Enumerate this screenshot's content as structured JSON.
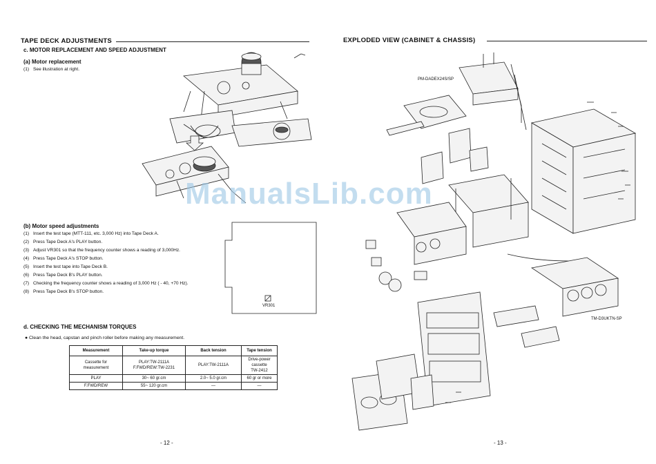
{
  "left": {
    "header": "TAPE DECK ADJUSTMENTS",
    "section_c": "c.  MOTOR REPLACEMENT AND SPEED ADJUSTMENT",
    "sub_a": "(a)  Motor replacement",
    "a_steps": [
      {
        "n": "(1)",
        "t": "See illustration at right."
      }
    ],
    "sub_b": "(b)  Motor speed adjustments",
    "b_steps": [
      {
        "n": "(1)",
        "t": "Insert the test tape  (MTT-111, etc. 3,000 Hz) into Tape Deck A."
      },
      {
        "n": "(2)",
        "t": "Press Tape Deck A's PLAY button."
      },
      {
        "n": "(3)",
        "t": "Adjust VR301 so that the frequency counter shows a reading of 3,000Hz."
      },
      {
        "n": "(4)",
        "t": "Press Tape Deck A's STOP button."
      },
      {
        "n": "(5)",
        "t": "Insert the test tape into Tape Deck B."
      },
      {
        "n": "(6)",
        "t": "Press Tape Deck B's PLAY button."
      },
      {
        "n": "(7)",
        "t": "Checking the frequency counter shows a reading of 3,000 Hz ( - 40, +70 Hz)."
      },
      {
        "n": "(8)",
        "t": "Press Tape Deck B's STOP button."
      }
    ],
    "vr_label": "VR301",
    "section_d": "d.  CHECKING THE MECHANISM TORQUES",
    "d_note": "●  Clean the head, capstan and pinch roller before making any measurement.",
    "table": {
      "headers": [
        "Measurement",
        "Take-up torque",
        "Back tension",
        "Tape tension"
      ],
      "rows": [
        [
          "Cassette for\nmeasurement",
          "PLAY:TW-2111A\nF.FWD/REW:TW-2231",
          "PLAY:TW-2111A",
          "Drive-power cassette\nTW-2412"
        ],
        [
          "PLAY",
          "30~ 60 gr.cm",
          "2.0~ 5.0 gr.cm",
          "60 gr or more"
        ],
        [
          "F.FWD/REW",
          "55~ 120 gr.cm",
          "—",
          "—"
        ]
      ]
    },
    "page_no": "- 12 -"
  },
  "right": {
    "header": "EXPLODED VIEW (CABINET & CHASSIS)",
    "page_no": "- 13 -",
    "labels": {
      "pm": "PM-DADEX24S/SP",
      "tm": "TM-D3UKTN-SP"
    }
  },
  "watermark": "ManualsLib.com"
}
